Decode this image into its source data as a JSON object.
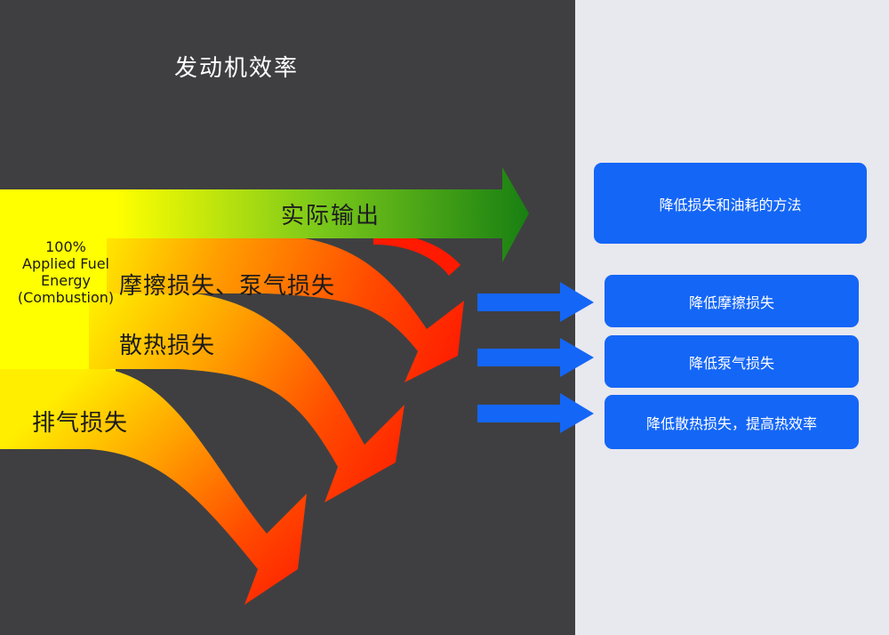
{
  "title": "发动机效率",
  "fuel": {
    "line1": "100%",
    "line2": "Applied Fuel",
    "line3": "Energy",
    "line4": "(Combustion)"
  },
  "flows": {
    "output": "实际输出",
    "friction_pumping": "摩擦损失、泵气损失",
    "heat": "散热损失",
    "exhaust": "排气损失"
  },
  "methods": {
    "header": "降低损失和油耗的方法",
    "friction": "降低摩擦损失",
    "pumping": "降低泵气损失",
    "heat": "降低散热损失，提高热效率"
  },
  "colors": {
    "dark_bg": "#3f3f41",
    "light_bg": "#e8e8ef",
    "box_blue": "#1466f6",
    "fuel_yellow": "#ffff00",
    "output_green": "#1e8a10",
    "loss_red": "#ff1a00"
  }
}
